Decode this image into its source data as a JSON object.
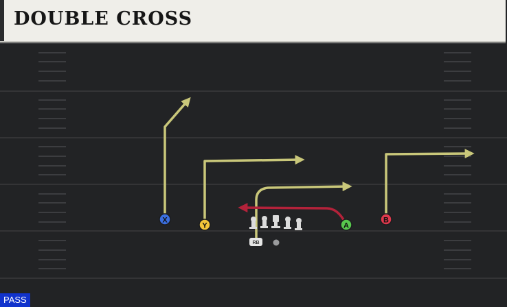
{
  "play": {
    "title": "DOUBLE CROSS",
    "type_label": "PASS"
  },
  "receivers": [
    {
      "id": "x",
      "label": "X",
      "color": "#3b6fe0"
    },
    {
      "id": "y",
      "label": "Y",
      "color": "#f2c53a"
    },
    {
      "id": "a",
      "label": "A",
      "color": "#57c84d"
    },
    {
      "id": "b",
      "label": "B",
      "color": "#e0394d"
    }
  ],
  "backfield": {
    "rb_label": "RB"
  },
  "colors": {
    "route": "#c9c77a",
    "highlight_route": "#b3223a",
    "field": "#222325",
    "yard_line": "#3a3b3d",
    "hash": "#4a4b4d"
  }
}
